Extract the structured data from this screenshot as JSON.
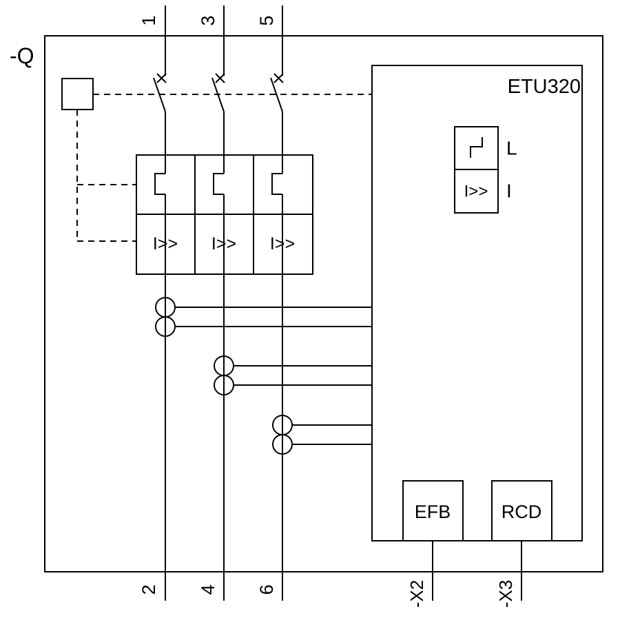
{
  "colors": {
    "line": "#000000",
    "background": "#ffffff",
    "text": "#000000"
  },
  "breaker": {
    "designation": "-Q",
    "trip_unit_name": "ETU320",
    "poles": [
      {
        "top_terminal": "1",
        "bottom_terminal": "2",
        "instantaneous_label": "I>>"
      },
      {
        "top_terminal": "3",
        "bottom_terminal": "4",
        "instantaneous_label": "I>>"
      },
      {
        "top_terminal": "5",
        "bottom_terminal": "6",
        "instantaneous_label": "I>>"
      }
    ],
    "legend": {
      "long_time_symbol": "L",
      "instantaneous_symbol_text": "I>>",
      "instantaneous_label": "I"
    },
    "modules": [
      {
        "label": "EFB",
        "terminal": "-X2"
      },
      {
        "label": "RCD",
        "terminal": "-X3"
      }
    ]
  }
}
